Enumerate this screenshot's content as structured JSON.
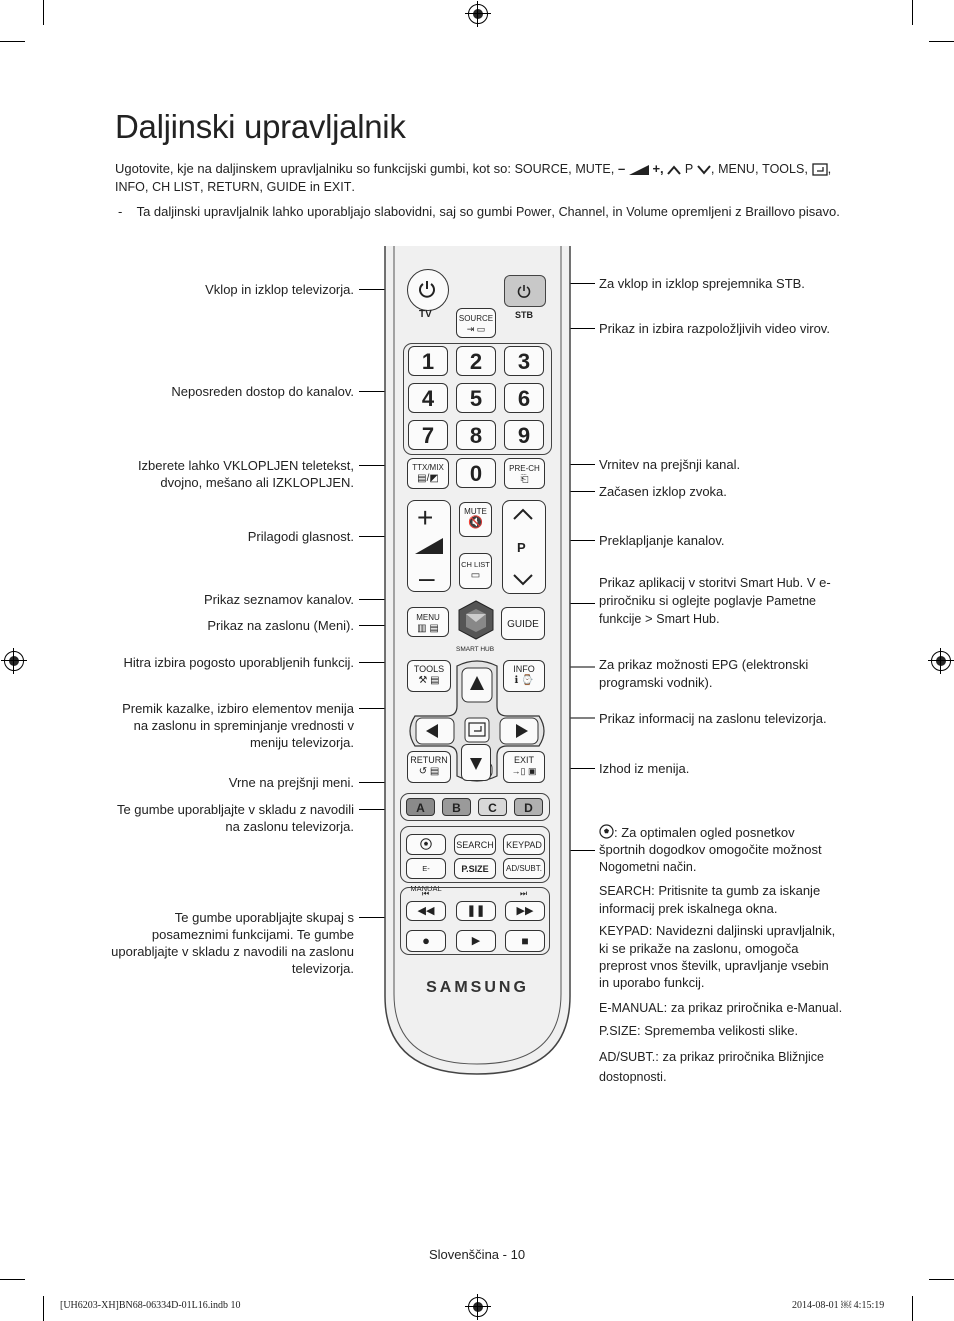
{
  "title": "Daljinski upravljalnik",
  "intro": {
    "p1": "Ugotovite, kje na daljinskem upravljalniku so funkcijski gumbi, kot so:",
    "source": "SOURCE",
    "mute": "MUTE",
    "vol_minus": "–",
    "vol_plus": "+,",
    "p": "P",
    "menu": "MENU",
    "tools": "TOOLS",
    "info": "INFO",
    "chlist": "CH LIST",
    "return": "RETURN",
    "guide": "GUIDE",
    "in": "in",
    "exit": "EXIT"
  },
  "note": {
    "dash": "-",
    "text1": "Ta daljinski upravljalnik lahko uporabljajo slabovidni, saj so gumbi",
    "power": "Power",
    "channel": "Channel",
    "in": "in",
    "volume": "Volume",
    "text2": "opremljeni z Braillovo pisavo."
  },
  "left_labels": [
    "Vklop in izklop televizorja.",
    "Neposreden dostop do kanalov.",
    "Izberete lahko VKLOPLJEN teletekst, dvojno, mešano ali IZKLOPLJEN.",
    "Prilagodi glasnost.",
    "Prikaz seznamov kanalov.",
    "Prikaz na zaslonu (Meni).",
    "Hitra izbira pogosto uporabljenih funkcij.",
    "Premik kazalke, izbiro elementov menija na zaslonu in spreminjanje vrednosti v meniju televizorja.",
    "Vrne na prejšnji meni.",
    "Te gumbe uporabljajte v skladu z navodili na zaslonu televizorja.",
    "Te gumbe uporabljajte skupaj s posameznimi funkcijami. Te gumbe uporabljajte v skladu z navodili na zaslonu televizorja."
  ],
  "right_labels": {
    "stb": "Za vklop in izklop sprejemnika STB.",
    "source": "Prikaz in izbira razpoložljivih video virov.",
    "prech": "Vrnitev na prejšnji kanal.",
    "mute": "Začasen izklop zvoka.",
    "channel": "Preklapljanje kanalov.",
    "smarthub_1": "Prikaz aplikacij v storitvi",
    "smarthub_k1": "Smart Hub",
    "smarthub_2": ". V e-priročniku si oglejte poglavje",
    "smarthub_k2": "Pametne funkcije",
    "smarthub_gt": ">",
    "smarthub_k3": "Smart Hub",
    "guide_1": "Za prikaz možnosti",
    "guide_k": "EPG",
    "guide_2": "(elektronski programski vodnik).",
    "info": "Prikaz informacij na zaslonu televizorja.",
    "exit": "Izhod iz menija.",
    "football_text": ": Za optimalen ogled posnetkov športnih dogodkov omogočite možnost",
    "football_k": "Nogometni način",
    "search_k": "SEARCH",
    "search_t": ": Pritisnite ta gumb za iskanje informacij prek iskalnega okna.",
    "keypad_k": "KEYPAD",
    "keypad_t": ": Navidezni daljinski upravljalnik, ki se prikaže na zaslonu, omogoča preprost vnos številk, upravljanje vsebin in uporabo funkcij.",
    "emanual_k": "E-MANUAL",
    "emanual_t": ": za prikaz priročnika",
    "emanual_k2": "e-Manual",
    "psize_k": "P.SIZE",
    "psize_t": ": Sprememba velikosti slike.",
    "adsubt_k": "AD/SUBT.",
    "adsubt_t": ": za prikaz priročnika",
    "adsubt_k2": "Bližnjice dostopnosti"
  },
  "remote": {
    "tv": "TV",
    "stb": "STB",
    "source": "SOURCE",
    "digits": [
      "1",
      "2",
      "3",
      "4",
      "5",
      "6",
      "7",
      "8",
      "9"
    ],
    "zero": "0",
    "ttx": "TTX/MIX",
    "prech": "PRE-CH",
    "mute": "MUTE",
    "p": "P",
    "chlist": "CH LIST",
    "menu": "MENU",
    "guide": "GUIDE",
    "smarthub": "SMART HUB",
    "tools": "TOOLS",
    "info": "INFO",
    "return": "RETURN",
    "exit": "EXIT",
    "abcd": [
      "A",
      "B",
      "C",
      "D"
    ],
    "search": "SEARCH",
    "keypad": "KEYPAD",
    "emanual": "E-MANUAL",
    "psize": "P.SIZE",
    "adsubt": "AD/SUBT.",
    "brand": "SAMSUNG"
  },
  "footer": {
    "page": "Slovenščina - 10",
    "file": "[UH6203-XH]BN68-06334D-01L16.indb   10",
    "date": "2014-08-01   ￼ 4:15:19"
  }
}
